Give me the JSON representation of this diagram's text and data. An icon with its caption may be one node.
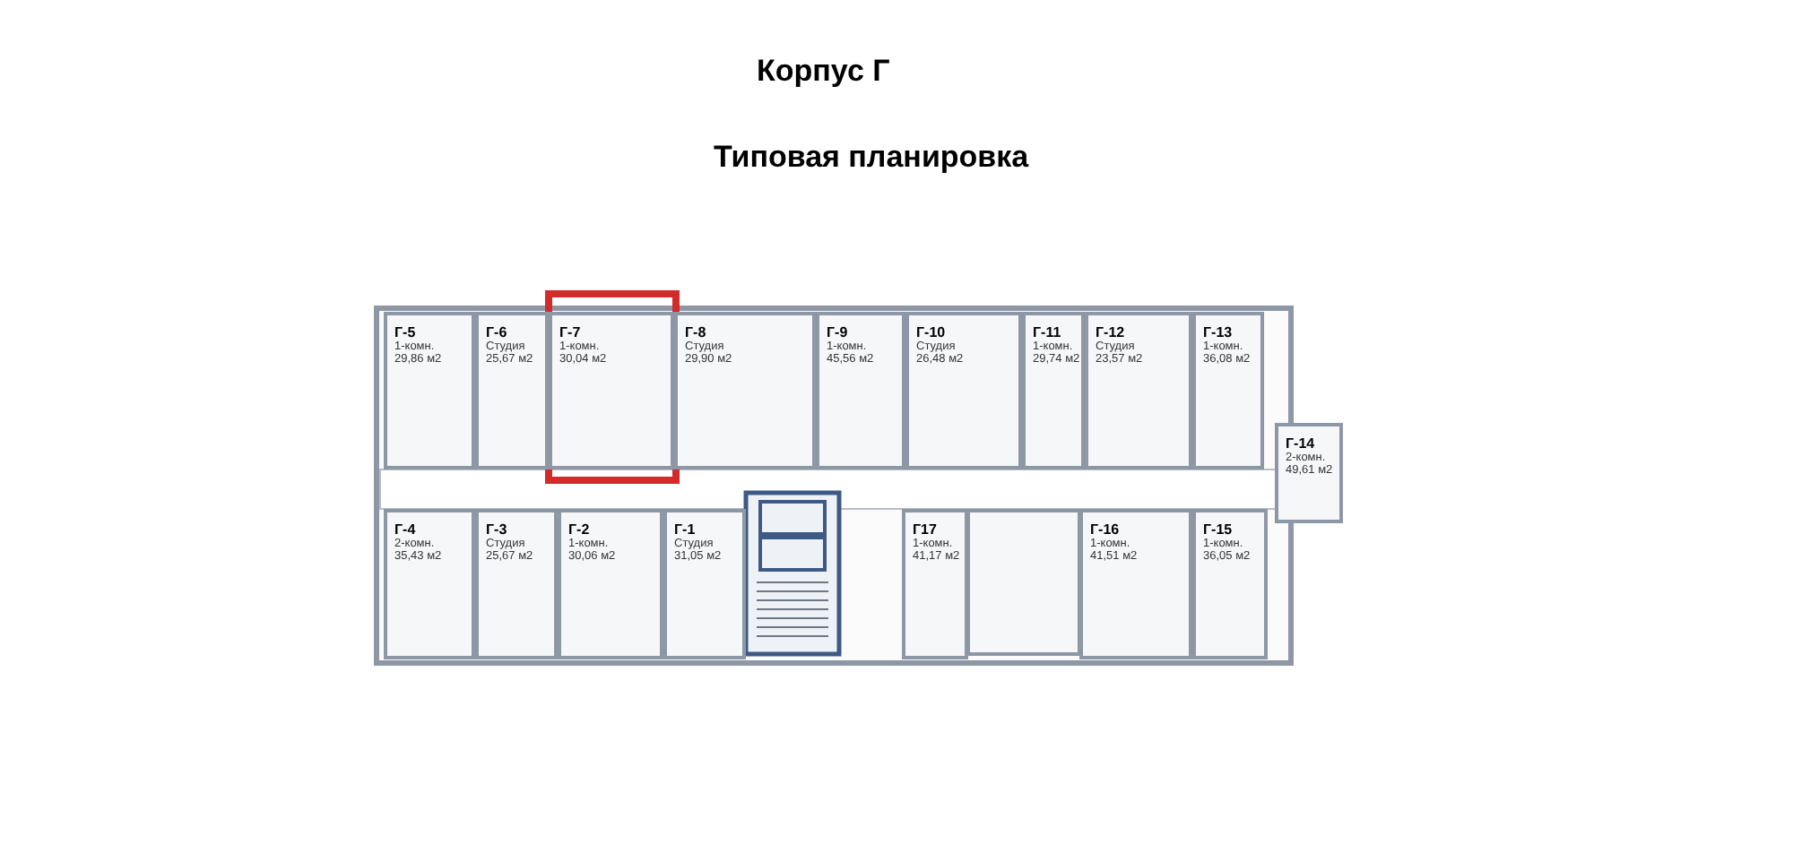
{
  "diagram": {
    "title": "Корпус Г",
    "nodes": [
      {
        "text": [
          "Г-5",
          "1-комн.",
          "29,86 м2"
        ]
      },
      {
        "text": [
          "Г-6",
          "Студия",
          "25,67 м2"
        ]
      },
      {
        "text": [
          "Г-7",
          "1-комн.",
          "30,04 м2"
        ]
      },
      {
        "text": [
          "Г-8",
          "Студия",
          "29,90 м2"
        ]
      },
      {
        "text": [
          "Г-9",
          "1-комн.",
          "45,56 м2"
        ]
      },
      {
        "text": [
          "Г-10",
          "Студия",
          "26,48 м2"
        ]
      },
      {
        "text": [
          "Г-11",
          "1-комн.",
          "29,74 м2"
        ]
      },
      {
        "text": [
          "Г-12",
          "Студия",
          "23,57 м2"
        ]
      },
      {
        "text": [
          "Г-13",
          "1-комн.",
          "36,08 м2"
        ]
      },
      {
        "text": [
          "Г-14",
          "2-комн.",
          "49,61 м2"
        ]
      },
      {
        "text": [
          "Г-4",
          "2-комн.",
          "35,43 м2"
        ]
      },
      {
        "text": [
          "Г-3",
          "Студия",
          "25,67 м2"
        ]
      },
      {
        "text": [
          "Г-2",
          "1-комн.",
          "30,06 м2"
        ]
      },
      {
        "text": [
          "Г-1",
          "Студия",
          "31,05 м2"
        ]
      },
      {
        "text": [
          "Г17",
          "1-комн.",
          "41,17 м2"
        ]
      },
      {
        "text": [
          "Г-16",
          "1-комн.",
          "41,51 м2"
        ]
      },
      {
        "text": [
          "Г-15",
          "1-комн.",
          "36,05 м2"
        ]
      }
    ],
    "labels": [
      "Типовая планировка"
    ]
  }
}
